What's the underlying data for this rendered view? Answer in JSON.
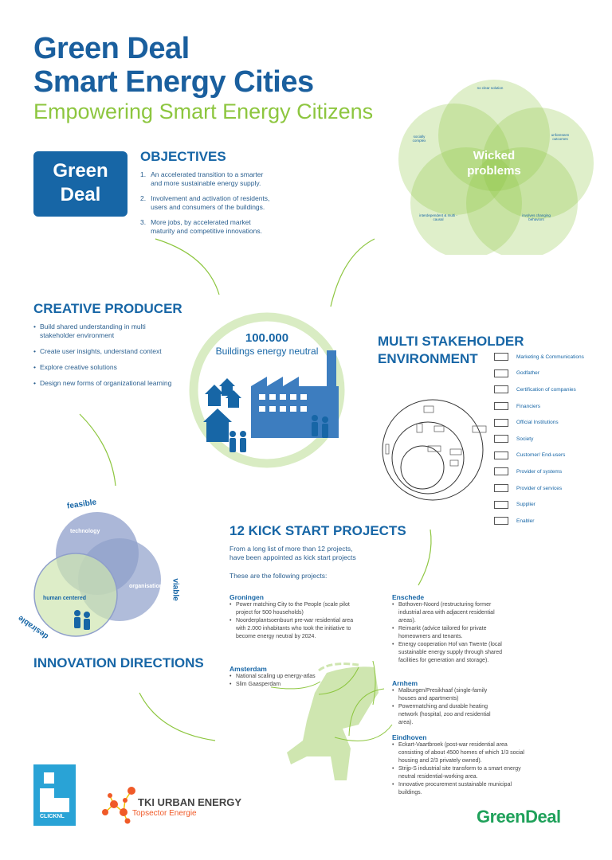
{
  "header": {
    "title_line1": "Green Deal",
    "title_line2": "Smart Energy Cities",
    "subtitle": "Empowering Smart Energy Citizens"
  },
  "badge": {
    "line1": "Green",
    "line2": "Deal"
  },
  "objectives": {
    "title": "OBJECTIVES",
    "items": [
      {
        "num": "1.",
        "text": "An accelerated transition to a smarter and more sustainable energy supply."
      },
      {
        "num": "2.",
        "text": "Involvement and activation of residents, users and consumers of the buildings."
      },
      {
        "num": "3.",
        "text": "More jobs, by accelerated market maturity and competitive innovations."
      }
    ]
  },
  "wicked": {
    "title_line1": "Wicked",
    "title_line2": "problems",
    "labels": [
      "no clear solution",
      "unforeseen outcomes",
      "involves changing behaviors",
      "interdependent & multi - causal",
      "socially complex"
    ]
  },
  "creative": {
    "title": "CREATIVE PRODUCER",
    "items": [
      "Build shared understanding in multi stakeholder environment",
      "Create user insights, understand context",
      "Explore creative solutions",
      "Design new forms of organizational learning"
    ]
  },
  "buildings": {
    "number": "100.000",
    "label": "Buildings energy neutral"
  },
  "stakeholder": {
    "title_line1": "MULTI STAKEHOLDER",
    "title_line2": "ENVIRONMENT",
    "legend": [
      "Marketing & Communications",
      "Godfather",
      "Certification of companies",
      "Financiers",
      "Official Institutions",
      "Society",
      "Customer/ End-users",
      "Provider of systems",
      "Provider of services",
      "Supplier",
      "Enabler"
    ]
  },
  "innovation": {
    "title": "INNOVATION DIRECTIONS",
    "circles": [
      "technology",
      "organisation",
      "human centered"
    ],
    "arcs": [
      "feasible",
      "viable",
      "desirable"
    ]
  },
  "kickstart": {
    "title": "12 KICK START PROJECTS",
    "intro": "From a long list of more than 12 projects, have been appointed as kick start projects",
    "lead": "These are the following projects:",
    "cities": [
      {
        "name": "Groningen",
        "items": [
          "Power matching City to the People (scale pilot project for 500 households)",
          "Noorderplantsoenbuurt pre-war residential area with 2.000 inhabitants who took the initiative to become energy neutral by 2024."
        ]
      },
      {
        "name": "Amsterdam",
        "items": [
          "National scaling up energy-atlas",
          "Slim Gaasperdam"
        ]
      },
      {
        "name": "Enschede",
        "items": [
          "Bothoven-Noord (restructuring former industrial area with adjacent residential areas).",
          "Reimarkt (advice tailored for private homeowners and tenants.",
          "Energy cooperation Hof van Twente (local sustainable energy supply through shared facilities for generation and storage)."
        ]
      },
      {
        "name": "Arnhem",
        "items": [
          "Malburgen/Presikhaaf (single-family houses and apartments)",
          "Powermatching and durable heating network (hospital, zoo and residential area)."
        ]
      },
      {
        "name": "Eindhoven",
        "items": [
          "Eckart-Vaartbroek (post-war residential area consisting of about 4500 homes of which 1/3 social housing and 2/3 privately owned).",
          "Strijp-S industrial site transform to a smart energy neutral residential-working area.",
          "Innovative procurement sustainable municipal buildings."
        ]
      }
    ]
  },
  "logos": {
    "clicknl": "CLICKNL",
    "tki_name": "TKI URBAN ENERGY",
    "tki_sub": "Topsector Energie",
    "greendeal": "GreenDeal"
  },
  "colors": {
    "blue": "#1766a6",
    "green": "#8dc63f",
    "light_green": "#cfe6b0",
    "venn_blue": "#8f9fcb"
  }
}
